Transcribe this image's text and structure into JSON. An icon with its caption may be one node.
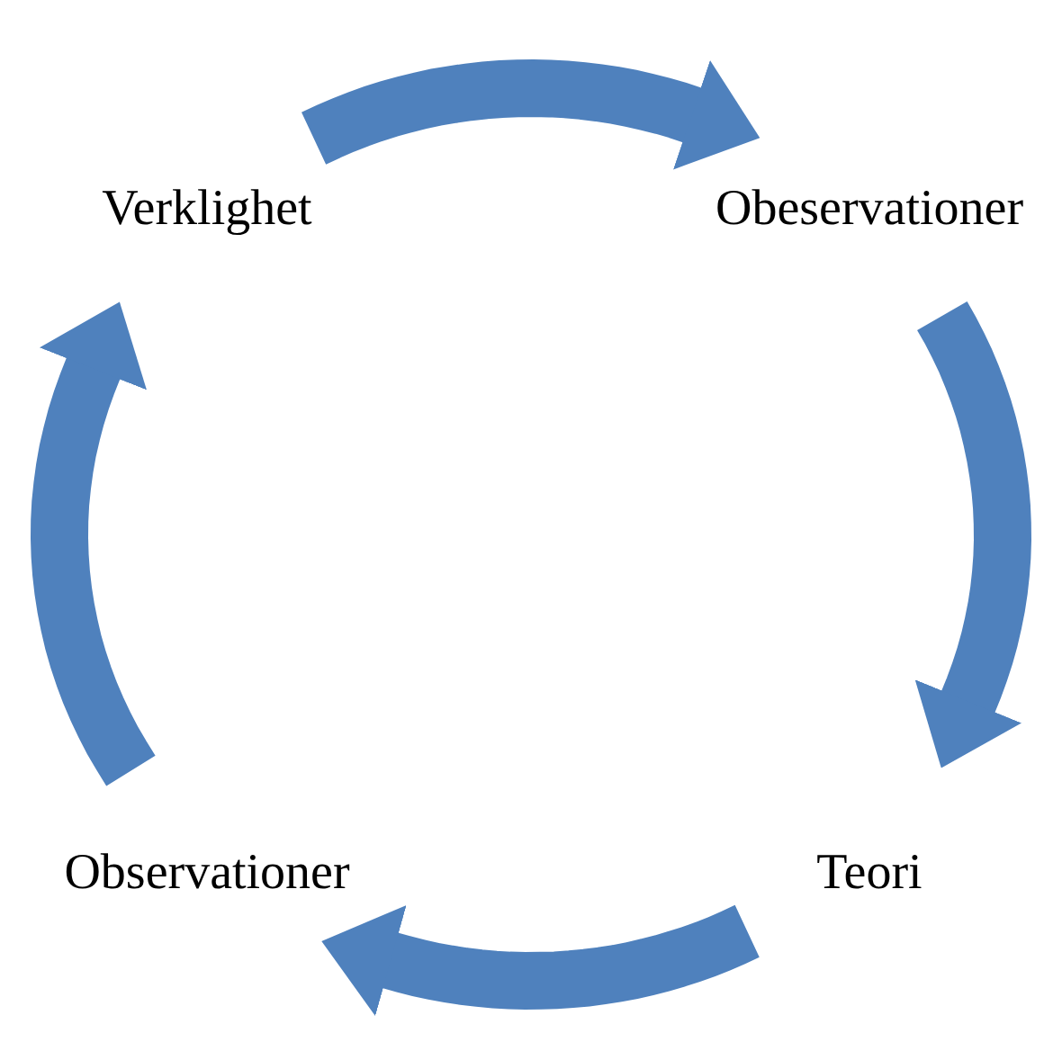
{
  "diagram": {
    "nodes": [
      {
        "text": [
          "Verklighet"
        ]
      },
      {
        "text": [
          "Obeservationer"
        ]
      },
      {
        "text": [
          "Teori"
        ]
      },
      {
        "text": [
          "Observationer"
        ]
      }
    ],
    "edges": [
      {
        "from": 0,
        "to": 1,
        "arrow": "to"
      },
      {
        "from": 1,
        "to": 2,
        "arrow": "to"
      },
      {
        "from": 2,
        "to": 3,
        "arrow": "to"
      },
      {
        "from": 3,
        "to": 0,
        "arrow": "to"
      }
    ]
  }
}
